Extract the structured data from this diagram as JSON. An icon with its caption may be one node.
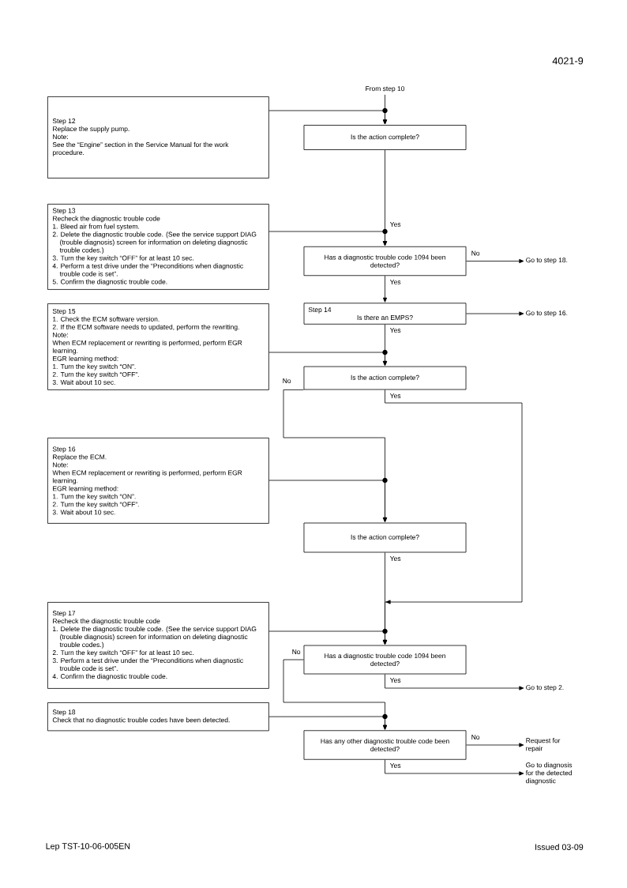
{
  "diagram": {
    "nodes": [
      {
        "text": [
          "From step 10"
        ]
      },
      {
        "text": [
          "Step 12",
          "Replace the supply pump.",
          "Note:",
          "See the “Engine” section in the Service Manual for the work procedure."
        ]
      },
      {
        "text": [
          "Is the action complete?"
        ]
      },
      {
        "text": [
          "Step 13",
          "Recheck the diagnostic trouble code",
          "1. Bleed air from fuel system.",
          "2. Delete the diagnostic trouble code. (See the service support DIAG (trouble diagnosis) screen for information on deleting diagnostic trouble codes.)",
          "3. Turn the key switch “OFF” for at least 10 sec.",
          "4. Perform a test drive under the “Preconditions when diagnostic trouble code is set”.",
          "5. Confirm the diagnostic trouble code."
        ]
      },
      {
        "text": [
          "Has a diagnostic trouble code 1094 been detected?"
        ]
      },
      {
        "text": [
          "Go to step 18."
        ]
      },
      {
        "text": [
          "Step 14",
          "Is there an EMPS?"
        ]
      },
      {
        "text": [
          "Go to step 16."
        ]
      },
      {
        "text": [
          "Step 15",
          "1. Check the ECM software version.",
          "2. If the ECM software needs to updated, perform the rewriting.",
          "Note:",
          "When ECM replacement or rewriting is performed, perform EGR learning.",
          "EGR learning method:",
          "1. Turn the key switch “ON”.",
          "2. Turn the key switch “OFF”.",
          "3. Wait about 10 sec."
        ]
      },
      {
        "text": [
          "Is the action complete?"
        ]
      },
      {
        "text": [
          "Step 16",
          "Replace the ECM.",
          "Note:",
          "When ECM replacement or rewriting is performed, perform EGR learning.",
          "EGR learning method:",
          "1. Turn the key switch “ON”.",
          "2. Turn the key switch “OFF”.",
          "3. Wait about 10 sec."
        ]
      },
      {
        "text": [
          "Is the action complete?"
        ]
      },
      {
        "text": [
          "Step 17",
          "Recheck the diagnostic trouble code",
          "1. Delete the diagnostic trouble code. (See the service support DIAG (trouble diagnosis) screen for information on deleting diagnostic trouble codes.)",
          "2. Turn the key switch “OFF” for at least 10 sec.",
          "3. Perform a test drive under the “Preconditions when diagnostic trouble code is set”.",
          "4. Confirm the diagnostic trouble code."
        ]
      },
      {
        "text": [
          "Has a diagnostic trouble code 1094 been detected?"
        ]
      },
      {
        "text": [
          "Go to step 2."
        ]
      },
      {
        "text": [
          "Step 18",
          "Check that no diagnostic trouble codes have been detected."
        ]
      },
      {
        "text": [
          "Has any other diagnostic trouble code been detected?"
        ]
      },
      {
        "text": [
          "Request for repair"
        ]
      },
      {
        "text": [
          "Go to diagnosis for the detected diagnostic"
        ]
      }
    ],
    "edges": [
      {
        "from": 0,
        "to": 2,
        "arrow": "to"
      },
      {
        "from": 1,
        "to": 2,
        "arrow": "to"
      },
      {
        "from": 2,
        "to": 4,
        "arrow": "to",
        "label": "Yes"
      },
      {
        "from": 3,
        "to": 4,
        "arrow": "to"
      },
      {
        "from": 4,
        "to": 5,
        "arrow": "to",
        "label": "No"
      },
      {
        "from": 4,
        "to": 6,
        "arrow": "to",
        "label": "Yes"
      },
      {
        "from": 6,
        "to": 7,
        "arrow": "to"
      },
      {
        "from": 6,
        "to": 9,
        "arrow": "to",
        "label": "Yes"
      },
      {
        "from": 8,
        "to": 9,
        "arrow": "to"
      },
      {
        "from": 9,
        "to": 11,
        "arrow": "to",
        "label": "No"
      },
      {
        "from": 10,
        "to": 11,
        "arrow": "to"
      },
      {
        "from": 9,
        "to": 13,
        "arrow": "to",
        "label": "Yes"
      },
      {
        "from": 11,
        "to": 13,
        "arrow": "to",
        "label": "Yes"
      },
      {
        "from": 12,
        "to": 13,
        "arrow": "to"
      },
      {
        "from": 13,
        "to": 14,
        "arrow": "to",
        "label": "Yes"
      },
      {
        "from": 13,
        "to": 16,
        "arrow": "to",
        "label": "No"
      },
      {
        "from": 15,
        "to": 16,
        "arrow": "to"
      },
      {
        "from": 16,
        "to": 17,
        "arrow": "to",
        "label": "No"
      },
      {
        "from": 16,
        "to": 18,
        "arrow": "to",
        "label": "Yes"
      }
    ],
    "labels": [
      "4021-9",
      "Lep TST-10-06-005EN",
      "Issued 03-09"
    ]
  }
}
